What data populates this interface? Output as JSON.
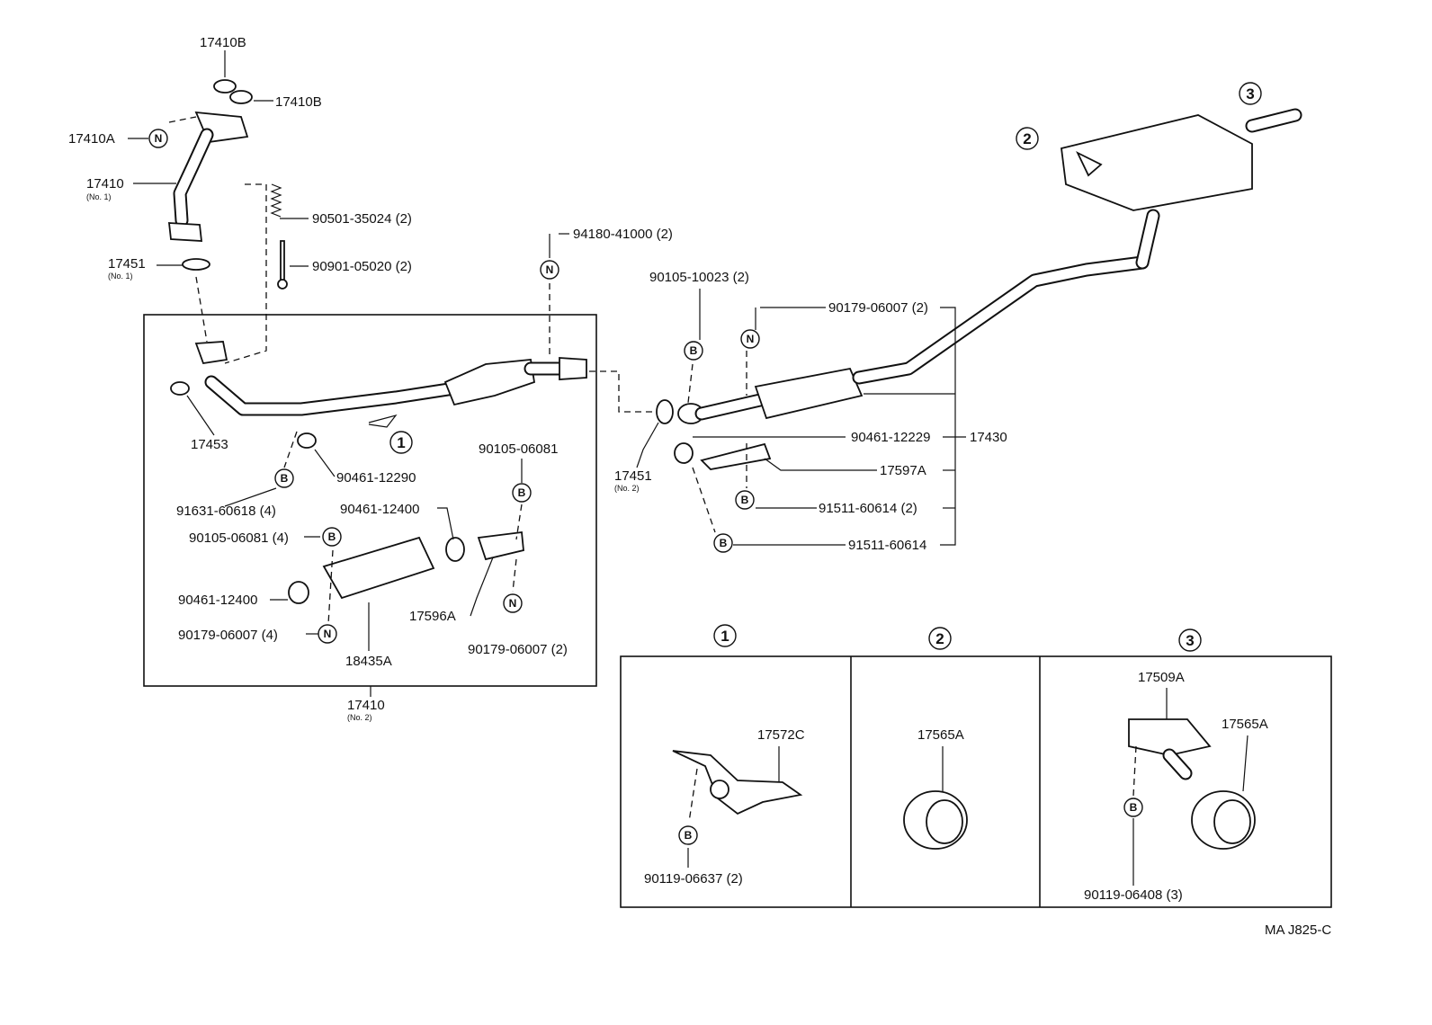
{
  "labels": {
    "p17410B_top": "17410B",
    "p17410B_right": "17410B",
    "p17410A": "17410A",
    "p17410_no1": "17410",
    "no1_a": "(No. 1)",
    "p90501": "90501-35024 (2)",
    "p17451_no1": "17451",
    "no1_b": "(No. 1)",
    "p90901": "90901-05020 (2)",
    "p94180": "94180-41000 (2)",
    "p90105_10023": "90105-10023 (2)",
    "p90179_06007_2a": "90179-06007 (2)",
    "p17453": "17453",
    "p90461_12290": "90461-12290",
    "p91631": "91631-60618 (4)",
    "p90105_06081_a": "90105-06081",
    "p90461_12400_a": "90461-12400",
    "p90105_06081_4": "90105-06081 (4)",
    "p90461_12400_b": "90461-12400",
    "p17596A": "17596A",
    "p90179_06007_4": "90179-06007 (4)",
    "p90179_06007_2b": "90179-06007 (2)",
    "p18435A": "18435A",
    "p17410_no2": "17410",
    "no2_a": "(No. 2)",
    "p17451_no2": "17451",
    "no2_b": "(No. 2)",
    "p90461_12229": "90461-12229",
    "p17430": "17430",
    "p17597A": "17597A",
    "p91511_2": "91511-60614 (2)",
    "p91511": "91511-60614",
    "p17572C": "17572C",
    "p90119_06637": "90119-06637 (2)",
    "p17565A_a": "17565A",
    "p17509A": "17509A",
    "p17565A_b": "17565A",
    "p90119_06408": "90119-06408 (3)",
    "code": "MA J825-C"
  },
  "markers": {
    "N": "N",
    "B": "B"
  },
  "callouts": {
    "one": "1",
    "two": "2",
    "three": "3"
  }
}
